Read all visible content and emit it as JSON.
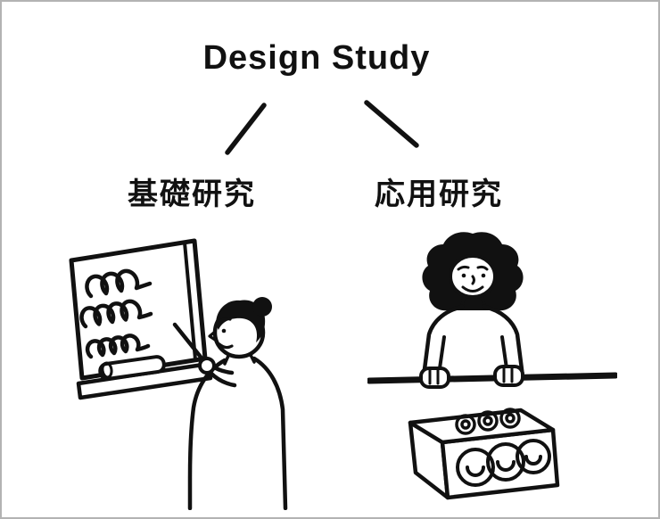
{
  "colors": {
    "ink": "#111111",
    "background": "#ffffff"
  },
  "diagram": {
    "title": "Design Study",
    "branches": [
      {
        "label": "基礎研究",
        "illustration": "researcher-drawing-loops-on-whiteboard"
      },
      {
        "label": "応用研究",
        "illustration": "researcher-with-box-of-coils"
      }
    ]
  }
}
